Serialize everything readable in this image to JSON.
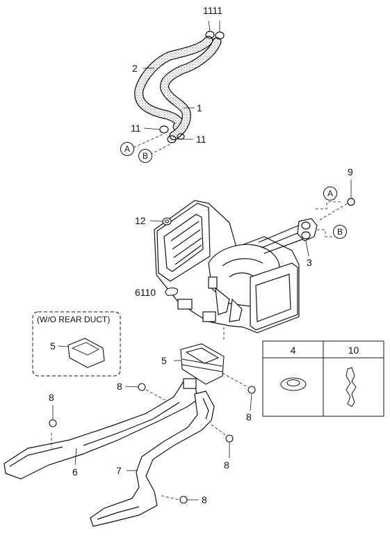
{
  "labels": {
    "hose_clamps_top": "1111",
    "hose_upper": "2",
    "hose_lower": "1",
    "clamp_left": "11",
    "clamp_right": "11",
    "connector_a": "A",
    "connector_b": "B",
    "screw_top_right": "9",
    "connector_a_right": "A",
    "connector_b_right": "B",
    "grommet_left": "12",
    "valve": "3",
    "sensor": "6110",
    "duct_connector_main": "5",
    "duct_connector_alt": "5",
    "screw_left_top": "8",
    "screw_far_left": "8",
    "screw_right": "8",
    "screw_mid_right": "8",
    "screw_bottom": "8",
    "duct_front": "6",
    "duct_rear": "7"
  },
  "variant_box": {
    "title": "(W/O REAR DUCT)"
  },
  "parts_table": {
    "headers": [
      "4",
      "10"
    ]
  }
}
